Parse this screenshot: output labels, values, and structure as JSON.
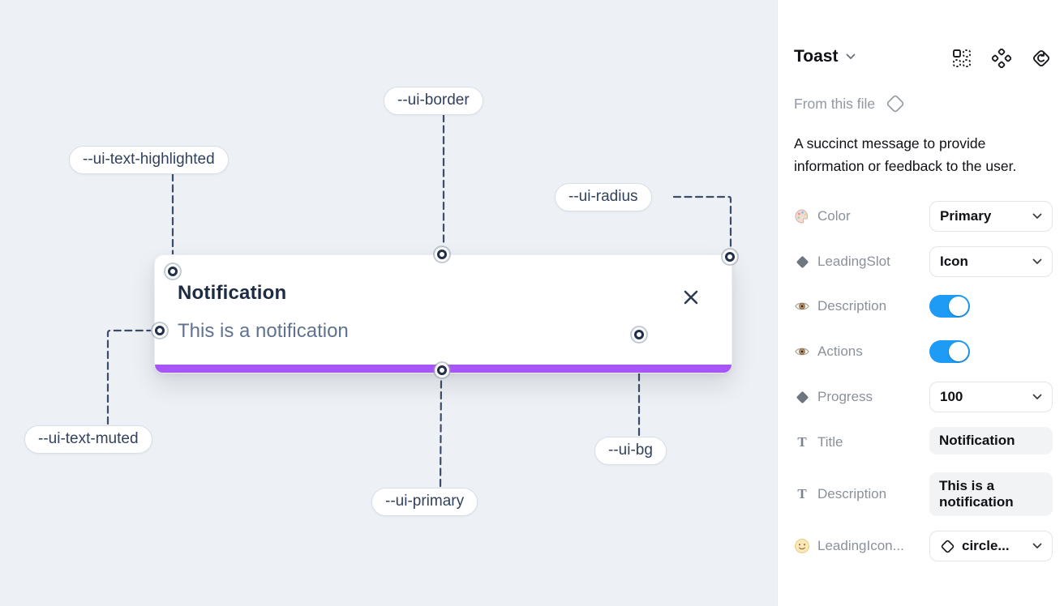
{
  "canvas": {
    "toast": {
      "title": "Notification",
      "description": "This is a notification",
      "close_icon": "x-close-icon",
      "progress_color": "#a855f7"
    },
    "annotations": [
      {
        "label": "--ui-border"
      },
      {
        "label": "--ui-text-highlighted"
      },
      {
        "label": "--ui-radius"
      },
      {
        "label": "--ui-text-muted"
      },
      {
        "label": "--ui-primary"
      },
      {
        "label": "--ui-bg"
      }
    ]
  },
  "panel": {
    "title": "Toast",
    "source_label": "From this file",
    "description": "A succinct message to provide information or feedback to the user.",
    "header_icons": [
      "insert-grid-icon",
      "component-diamonds-icon",
      "revert-diamond-icon"
    ],
    "colors": {
      "accent": "#a855f7",
      "toggle_on": "#1d9bf5"
    },
    "rows": [
      {
        "icon": "palette-icon",
        "label": "Color",
        "control": "dropdown",
        "value": "Primary"
      },
      {
        "icon": "diamond-icon",
        "label": "LeadingSlot",
        "control": "dropdown",
        "value": "Icon"
      },
      {
        "icon": "eye-icon",
        "label": "Description",
        "control": "toggle",
        "value": "on"
      },
      {
        "icon": "eye-icon",
        "label": "Actions",
        "control": "toggle",
        "value": "on"
      },
      {
        "icon": "diamond-icon",
        "label": "Progress",
        "control": "dropdown",
        "value": "100"
      },
      {
        "icon": "text-icon",
        "label": "Title",
        "control": "textfield",
        "value": "Notification"
      },
      {
        "icon": "text-icon",
        "label": "Description",
        "control": "textfield",
        "value": "This is a notification"
      },
      {
        "icon": "smiley-icon",
        "label": "LeadingIcon...",
        "control": "dropdown",
        "value": "circle..."
      }
    ]
  }
}
